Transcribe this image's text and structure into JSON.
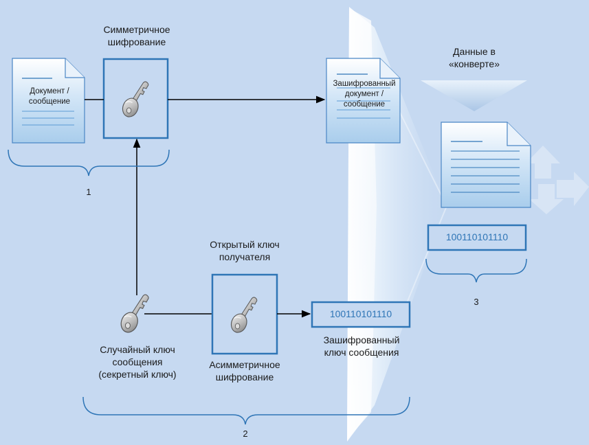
{
  "labels": {
    "symmetric_encryption": [
      "Симметричное",
      "шифрование"
    ],
    "data_in_envelope": [
      "Данные в",
      "«конверте»"
    ],
    "recipient_public_key": [
      "Открытый ключ",
      "получателя"
    ],
    "random_message_key": [
      "Случайный ключ",
      "сообщения",
      "(секретный ключ)"
    ],
    "asymmetric_encryption": [
      "Асимметричное",
      "шифрование"
    ],
    "encrypted_message_key": [
      "Зашифрованный",
      "ключ сообщения"
    ]
  },
  "documents": {
    "source": [
      "Документ /",
      "сообщение"
    ],
    "encrypted": [
      "Зашифрованный",
      "документ /",
      "сообщение"
    ]
  },
  "binary": {
    "encrypted_key": "100110101110",
    "envelope_key": "100110101110"
  },
  "brace_numbers": {
    "one": "1",
    "two": "2",
    "three": "3"
  },
  "colors": {
    "background": "#c6d9f1",
    "box_stroke": "#2e75b6",
    "arrow": "#000000",
    "doc_fill": "#b3d3ee",
    "binary_text": "#2e75b6"
  }
}
